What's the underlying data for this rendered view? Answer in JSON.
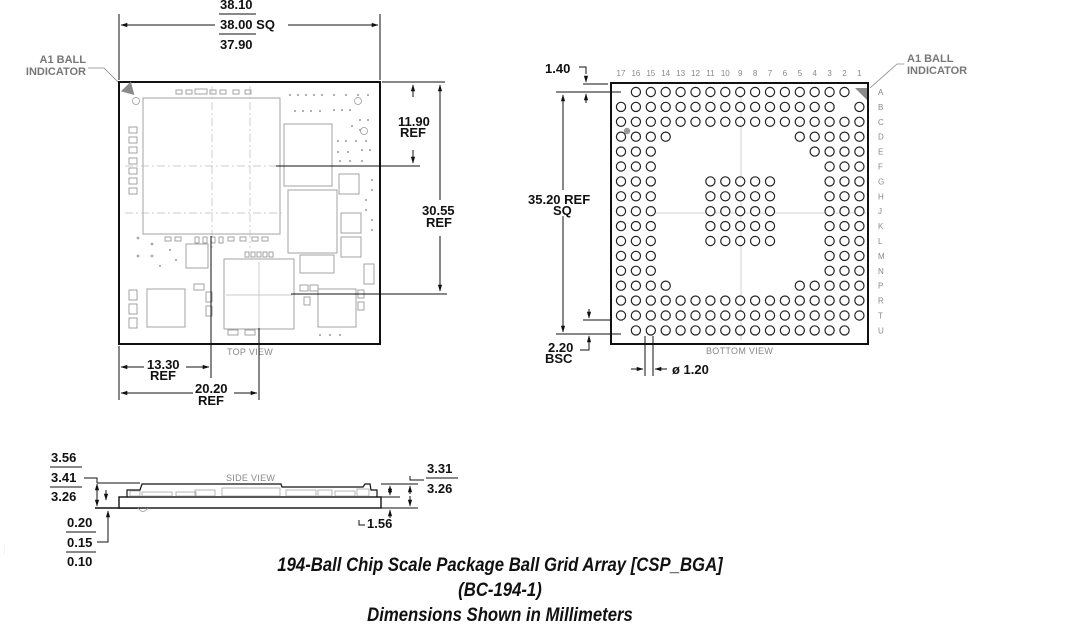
{
  "title": {
    "line1": "194-Ball Chip Scale Package Ball Grid Array [CSP_BGA]",
    "line2": "(BC-194-1)",
    "line3": "Dimensions Shown in Millimeters"
  },
  "top_view": {
    "label": "TOP VIEW",
    "a1_indicator": "A1 BALL\nINDICATOR",
    "a1_line1": "A1 BALL",
    "a1_line2": "INDICATOR",
    "width_max": "38.10",
    "width_nom": "38.00 SQ",
    "width_min": "37.90",
    "dim_11_90": "11.90",
    "dim_11_90_ref": "REF",
    "dim_30_55": "30.55",
    "dim_30_55_ref": "REF",
    "dim_13_30": "13.30",
    "dim_13_30_ref": "REF",
    "dim_20_20": "20.20",
    "dim_20_20_ref": "REF"
  },
  "bottom_view": {
    "label": "BOTTOM VIEW",
    "a1_line1": "A1 BALL",
    "a1_line2": "INDICATOR",
    "dim_1_40": "1.40",
    "dim_35_20": "35.20 REF",
    "dim_35_20_sq": "SQ",
    "dim_2_20": "2.20",
    "dim_2_20_bsc": "BSC",
    "ball_dia": "ø 1.20",
    "columns": [
      "17",
      "16",
      "15",
      "14",
      "13",
      "12",
      "11",
      "10",
      "9",
      "8",
      "7",
      "6",
      "5",
      "4",
      "3",
      "2",
      "1"
    ],
    "rows": [
      "A",
      "B",
      "C",
      "D",
      "E",
      "F",
      "G",
      "H",
      "J",
      "K",
      "L",
      "M",
      "N",
      "P",
      "R",
      "T",
      "U"
    ],
    "ball_count": 194
  },
  "side_view": {
    "label": "SIDE VIEW",
    "height_max": "3.56",
    "height_nom": "3.41",
    "height_min": "3.26",
    "standoff_max": "0.20",
    "standoff_nom": "0.15",
    "standoff_min": "0.10",
    "right_max": "3.31",
    "right_min": "3.26",
    "substrate": "1.56"
  },
  "colors": {
    "outline": "#111111",
    "component": "#9a9a9a",
    "label_gray": "#777777",
    "centerline": "#bbbbbb",
    "a1_marker": "#8a8a8a"
  }
}
